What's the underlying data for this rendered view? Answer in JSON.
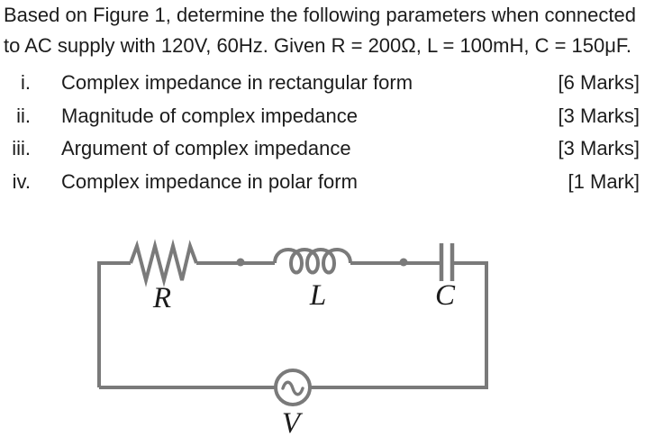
{
  "question": {
    "lines": [
      "Based on Figure 1, determine the following parameters when connected",
      "to AC supply with 120V, 60Hz. Given R = 200Ω, L = 100mH, C = 150μF."
    ],
    "items": [
      {
        "numeral": "i.",
        "text": "Complex impedance in rectangular form",
        "marks": "[6 Marks]"
      },
      {
        "numeral": "ii.",
        "text": "Magnitude of complex impedance",
        "marks": "[3 Marks]"
      },
      {
        "numeral": "iii.",
        "text": "Argument of complex impedance",
        "marks": "[3 Marks]"
      },
      {
        "numeral": "iv.",
        "text": "Complex impedance in polar form",
        "marks": "[1 Mark]"
      }
    ],
    "given": {
      "supply": "120V, 60Hz",
      "R": "200Ω",
      "L": "100mH",
      "C": "150μF"
    }
  },
  "circuit": {
    "labels": {
      "resistor": "R",
      "inductor": "L",
      "capacitor": "C",
      "source": "V"
    },
    "colors": {
      "wire": "#7a7a7a",
      "label": "#1b1b1b"
    }
  }
}
